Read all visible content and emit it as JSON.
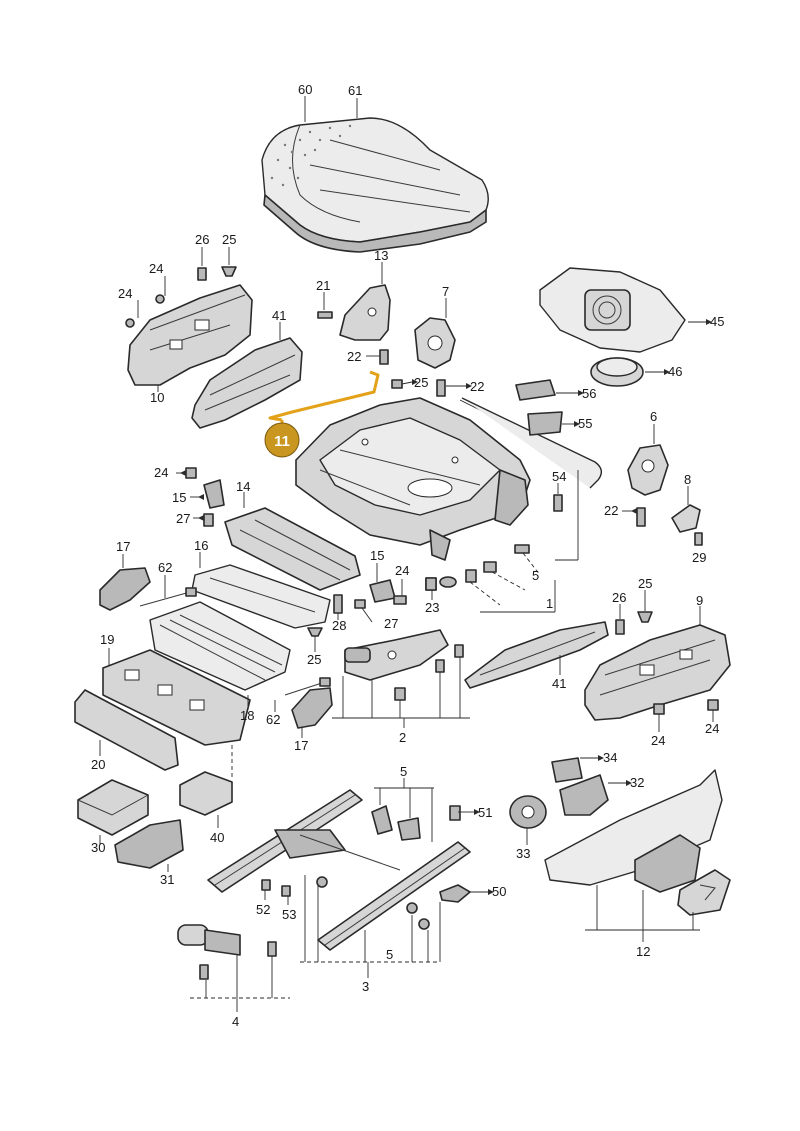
{
  "labels": {
    "l60": "60",
    "l61": "61",
    "l13": "13",
    "l7": "7",
    "l26a": "26",
    "l25a": "25",
    "l24a": "24",
    "l24b": "24",
    "l10": "10",
    "l41a": "41",
    "l21": "21",
    "l22a": "22",
    "l25b": "25",
    "l22b": "22",
    "l45": "45",
    "l46": "46",
    "l56": "56",
    "l55": "55",
    "l6": "6",
    "l11": "11",
    "l24c": "24",
    "l15a": "15",
    "l14": "14",
    "l27a": "27",
    "l54": "54",
    "l22c": "22",
    "l8": "8",
    "l29": "29",
    "l17a": "17",
    "l16": "16",
    "l62a": "62",
    "l15b": "15",
    "l24d": "24",
    "l5a": "5",
    "l23": "23",
    "l1": "1",
    "l28": "28",
    "l27b": "27",
    "l26b": "26",
    "l25c": "25",
    "l9": "9",
    "l19": "19",
    "l25d": "25",
    "l41b": "41",
    "l18": "18",
    "l62b": "62",
    "l17b": "17",
    "l2": "2",
    "l24e": "24",
    "l24f": "24",
    "l20": "20",
    "l34": "34",
    "l5b": "5",
    "l51": "51",
    "l32": "32",
    "l40": "40",
    "l30": "30",
    "l33": "33",
    "l31": "31",
    "l52": "52",
    "l53": "53",
    "l50": "50",
    "l5c": "5",
    "l12": "12",
    "l3": "3",
    "l4": "4"
  },
  "highlight": {
    "part_number": "11",
    "color": "#c9961f",
    "wire_color": "#e3a21a"
  }
}
